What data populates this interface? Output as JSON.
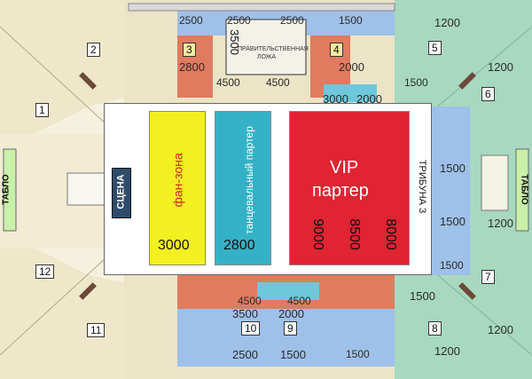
{
  "zones": {
    "fan": {
      "label": "фан-зона",
      "price": "3000"
    },
    "dance": {
      "label": "танцевальный партер",
      "price": "2800"
    },
    "vip": {
      "label_top": "VIP",
      "label_bottom": "партер",
      "prices": [
        "9000",
        "8500",
        "8000"
      ]
    }
  },
  "stage": {
    "label": "СЦЕНА"
  },
  "tribune": {
    "label": "ТРИБУНА 3"
  },
  "scoreboards": {
    "left": "ТАБЛО",
    "right": "ТАБЛО"
  },
  "government_box": {
    "label_line1": "ПРАВИТЕЛЬСТВЕННАЯ",
    "label_line2": "ЛОЖА"
  },
  "sectors": [
    {
      "id": "2",
      "label": "2"
    },
    {
      "id": "1",
      "label": "1"
    },
    {
      "id": "12",
      "label": "12"
    },
    {
      "id": "11",
      "label": "11"
    },
    {
      "id": "3",
      "label": "3"
    },
    {
      "id": "4",
      "label": "4"
    },
    {
      "id": "5",
      "label": "5"
    },
    {
      "id": "6",
      "label": "6"
    },
    {
      "id": "7",
      "label": "7"
    },
    {
      "id": "8",
      "label": "8"
    },
    {
      "id": "9",
      "label": "9"
    },
    {
      "id": "10",
      "label": "10"
    }
  ],
  "prices": {
    "p1": "2500",
    "p2": "2500",
    "p3": "2500",
    "p4": "1500",
    "p5": "1200",
    "p6": "3500",
    "p7": "2800",
    "p8": "2000",
    "p9": "1200",
    "p10": "4500",
    "p11": "4500",
    "p12": "1500",
    "p13": "3000",
    "p14": "2000",
    "p15": "1500",
    "p16": "1200",
    "p17": "1500",
    "p18": "1500",
    "p19": "4500",
    "p20": "4500",
    "p21": "3500",
    "p22": "2000",
    "p23": "2500",
    "p24": "1500",
    "p25": "1200",
    "p26": "1500",
    "p27": "1500",
    "p28": "1200"
  }
}
